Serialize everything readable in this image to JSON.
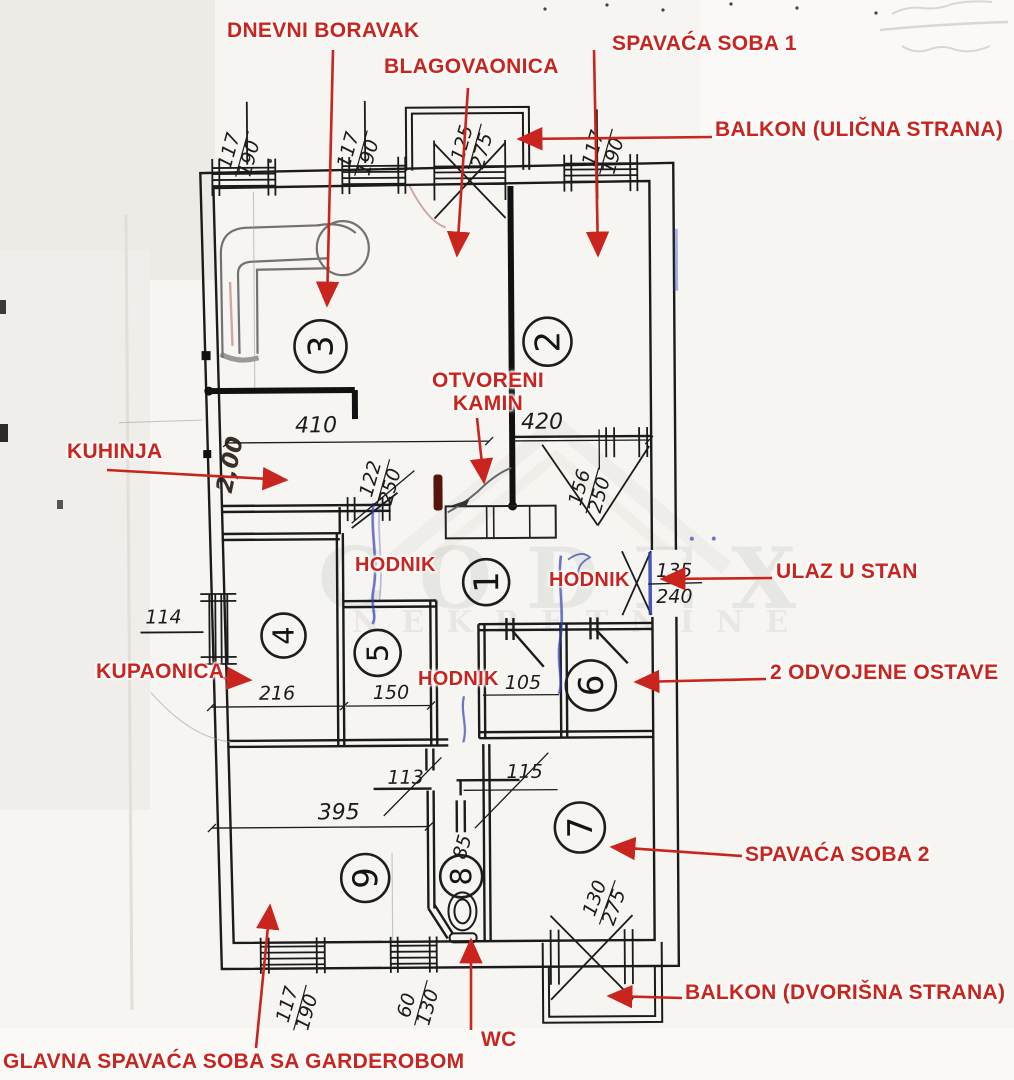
{
  "colors": {
    "label_red": "#c9241d",
    "wall_ink": "#1b1b1b",
    "blue_ink": "#2e3cae",
    "watermark_gray": "#9a9a96"
  },
  "labels": {
    "dnevni_boravak": "DNEVNI BORAVAK",
    "blagovaonica": "BLAGOVAONICA",
    "spavaca_soba_1": "SPAVAĆA SOBA 1",
    "balkon_ulicna": "BALKON (ULIČNA STRANA)",
    "otvoreni_kamin": "OTVORENI KAMIN",
    "kuhinja": "KUHINJA",
    "hodnik_west": "HODNIK",
    "hodnik_east": "HODNIK",
    "hodnik_center": "HODNIK",
    "ulaz_u_stan": "ULAZ U STAN",
    "kupaonica": "KUPAONICA",
    "ostave": "2 ODVOJENE OSTAVE",
    "spavaca_soba_2": "SPAVAĆA SOBA 2",
    "balkon_dvorisna": "BALKON (DVORIŠNA STRANA)",
    "glavna_spavaca": "GLAVNA SPAVAĆA SOBA SA GARDEROBOM",
    "wc": "WC"
  },
  "room_numbers": {
    "hodnik": "1",
    "spavaca1": "2",
    "dnevni": "3",
    "kupaonica": "4",
    "soba5": "5",
    "ostava": "6",
    "spavaca2": "7",
    "wc": "8",
    "glavna": "9"
  },
  "dimensions": {
    "top_window1": {
      "w": "117",
      "h": "190"
    },
    "top_window2": {
      "w": "117",
      "h": "190"
    },
    "balkon_top_door": {
      "w": "125",
      "h": "275"
    },
    "top_window3": {
      "w": "117",
      "h": "190"
    },
    "dnevni_sirina": "410",
    "spavaca1_sirina": "420",
    "kuhinja_door": {
      "w": "122",
      "h": "250"
    },
    "hodnik_window": {
      "w": "156",
      "h": "250"
    },
    "ulazna_vrata": {
      "w": "135",
      "h": "240"
    },
    "kupaonica_window": "114",
    "kupaonica_sirina": "216",
    "soba5_sirina": "150",
    "hodnik_sirina": "105",
    "dim_113": "113",
    "dim_115": "115",
    "glavna_sirina": "395",
    "wc_sirina": "85",
    "balkon_bottom_door": {
      "w": "130",
      "h": "275"
    },
    "bottom_window": {
      "w": "117",
      "h": "190"
    },
    "wc_window": {
      "w": "60",
      "h": "130"
    },
    "pencil_note": "2,00"
  },
  "watermark": {
    "line1": "CODEX",
    "line2": "NEKRETNINE"
  }
}
